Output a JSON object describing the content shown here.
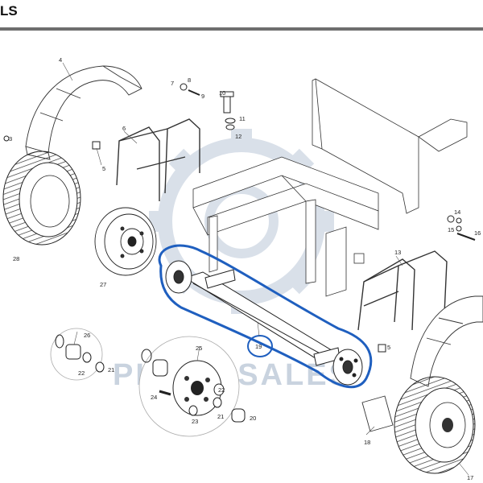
{
  "header": {
    "title": "LS"
  },
  "watermark": {
    "text": "PLANT SALES"
  },
  "callouts": {
    "c3": "3",
    "c4": "4",
    "c5a": "5",
    "c5b": "5",
    "c6": "6",
    "c7": "7",
    "c8": "8",
    "c9": "9",
    "c10": "10",
    "c11": "11",
    "c12": "12",
    "c13": "13",
    "c14": "14",
    "c15": "15",
    "c16": "16",
    "c17": "17",
    "c18": "18",
    "c19": "19",
    "c20": "20",
    "c21a": "21",
    "c21b": "21",
    "c22a": "22",
    "c22b": "22",
    "c23": "23",
    "c24": "24",
    "c25": "25",
    "c26": "26",
    "c27": "27",
    "c28": "28"
  },
  "colors": {
    "highlight": "#1f5fbf",
    "header_rule": "#6e6e6e",
    "watermark": "#c9d3df"
  }
}
